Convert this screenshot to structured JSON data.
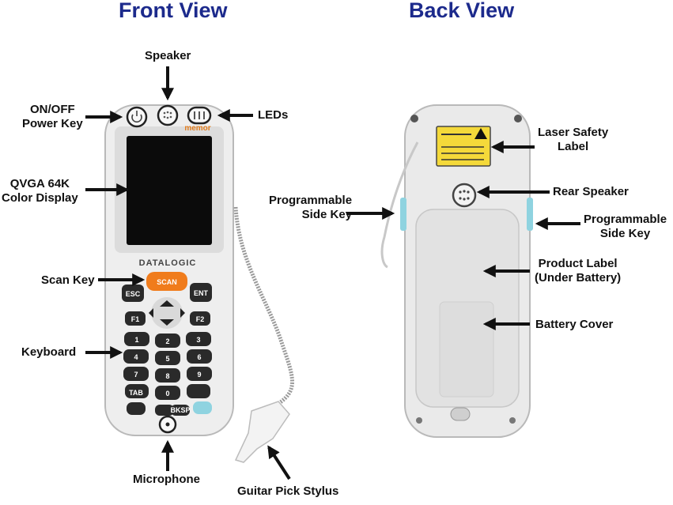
{
  "titles": {
    "front": "Front View",
    "back": "Back View"
  },
  "front_labels": {
    "speaker": "Speaker",
    "power_line1": "ON/OFF",
    "power_line2": "Power Key",
    "leds": "LEDs",
    "display_line1": "QVGA 64K",
    "display_line2": "Color Display",
    "scan_key": "Scan Key",
    "keyboard": "Keyboard",
    "microphone": "Microphone",
    "stylus": "Guitar Pick Stylus"
  },
  "back_labels": {
    "laser_line1": "Laser Safety",
    "laser_line2": "Label",
    "prog_left_line1": "Programmable",
    "prog_left_line2": "Side Key",
    "rear_speaker": "Rear Speaker",
    "prog_right_line1": "Programmable",
    "prog_right_line2": "Side Key",
    "product_line1": "Product Label",
    "product_line2": "(Under Battery)",
    "battery_cover": "Battery Cover"
  },
  "device": {
    "brand": "DATALOGIC",
    "model": "memor",
    "scan": "SCAN",
    "esc": "ESC",
    "ent": "ENT",
    "f1": "F1",
    "f2": "F2",
    "tab": "TAB",
    "bksp": "BKSP",
    "keys": [
      "1",
      "2",
      "3",
      "4",
      "5",
      "6",
      "7",
      "8",
      "9",
      "0"
    ]
  },
  "colors": {
    "title": "#1c2a8c",
    "scan_key": "#f07c1c",
    "side_key": "#8fd3e0",
    "screen": "#0b0b0b",
    "body": "#eeeeee"
  }
}
